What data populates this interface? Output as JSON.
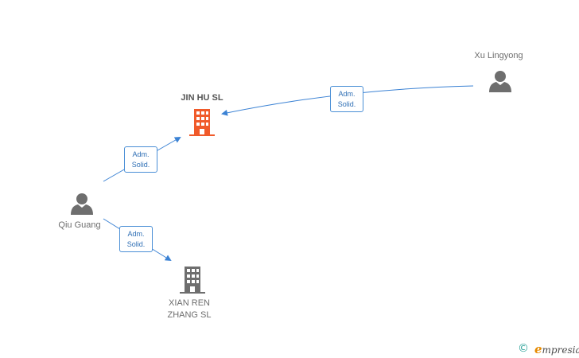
{
  "nodes": {
    "jin_hu": {
      "label": "JIN HU SL",
      "type": "company",
      "highlighted": true,
      "color": "#f05a2a"
    },
    "xian_ren": {
      "label_line1": "XIAN REN",
      "label_line2": "ZHANG SL",
      "type": "company",
      "color": "#6e6e6e"
    },
    "xu_lingyong": {
      "label": "Xu Lingyong",
      "type": "person",
      "color": "#6e6e6e"
    },
    "qiu_guang": {
      "label": "Qiu Guang",
      "type": "person",
      "color": "#6e6e6e"
    }
  },
  "relations": [
    {
      "from": "Xu Lingyong",
      "to": "JIN HU SL",
      "line1": "Adm.",
      "line2": "Solid."
    },
    {
      "from": "Qiu Guang",
      "to": "JIN HU SL",
      "line1": "Adm.",
      "line2": "Solid."
    },
    {
      "from": "Qiu Guang",
      "to": "XIAN REN ZHANG SL",
      "line1": "Adm.",
      "line2": "Solid."
    }
  ],
  "colors": {
    "edge": "#3b82d4",
    "edge_label_text": "#2f6fb5"
  },
  "footer": {
    "copyright_symbol": "©",
    "brand_initial": "e",
    "brand_rest": "mpresia"
  }
}
